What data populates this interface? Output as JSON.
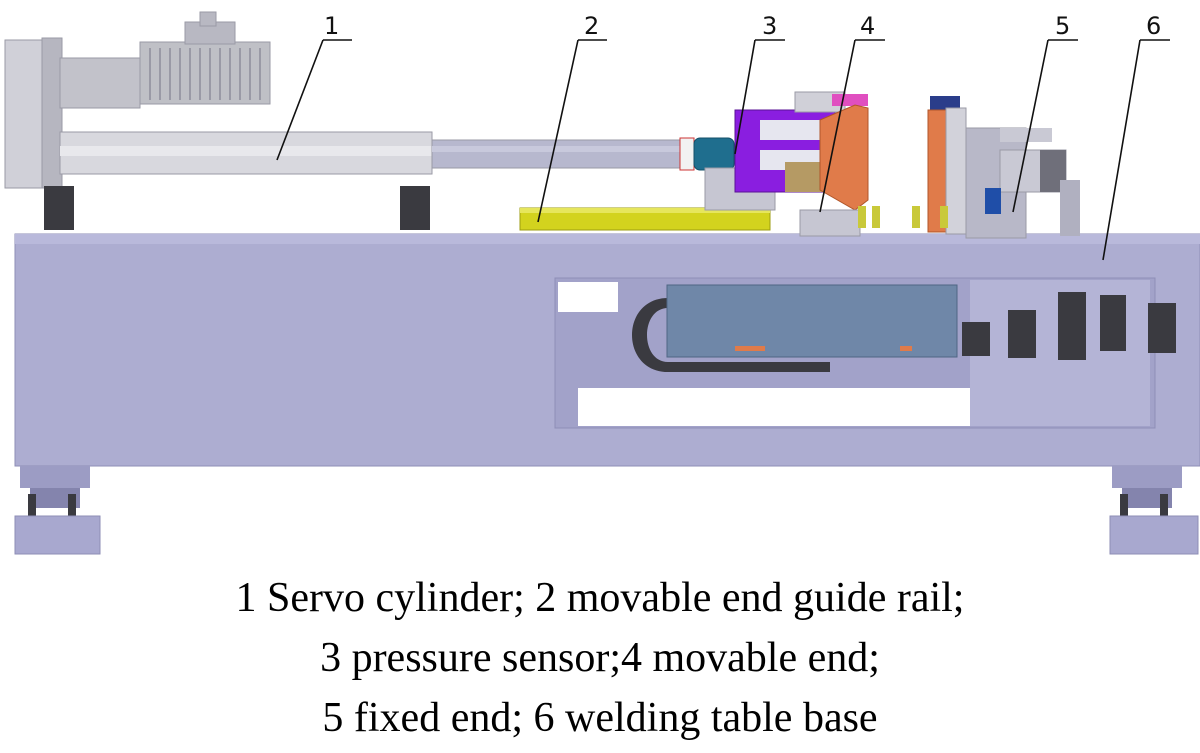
{
  "callouts": [
    {
      "number": "1",
      "part": "servo-cylinder"
    },
    {
      "number": "2",
      "part": "movable-end-guide-rail"
    },
    {
      "number": "3",
      "part": "pressure-sensor"
    },
    {
      "number": "4",
      "part": "movable-end"
    },
    {
      "number": "5",
      "part": "fixed-end"
    },
    {
      "number": "6",
      "part": "welding-table-base"
    }
  ],
  "caption": {
    "line1": "1 Servo cylinder; 2 movable end guide rail;",
    "line2": "3 pressure sensor;4 movable end;",
    "line3": "5 fixed end; 6 welding table base"
  },
  "colors": {
    "base": "#adadd1",
    "base_dark": "#9c9cc4",
    "motor": "#bfc0c6",
    "rail": "#d3d31e",
    "movable_end": "#8a1ee0",
    "plate": "#e07b4a",
    "sensor": "#1f6e8e",
    "panel": "#6f87a8",
    "block": "#3a3a40"
  }
}
